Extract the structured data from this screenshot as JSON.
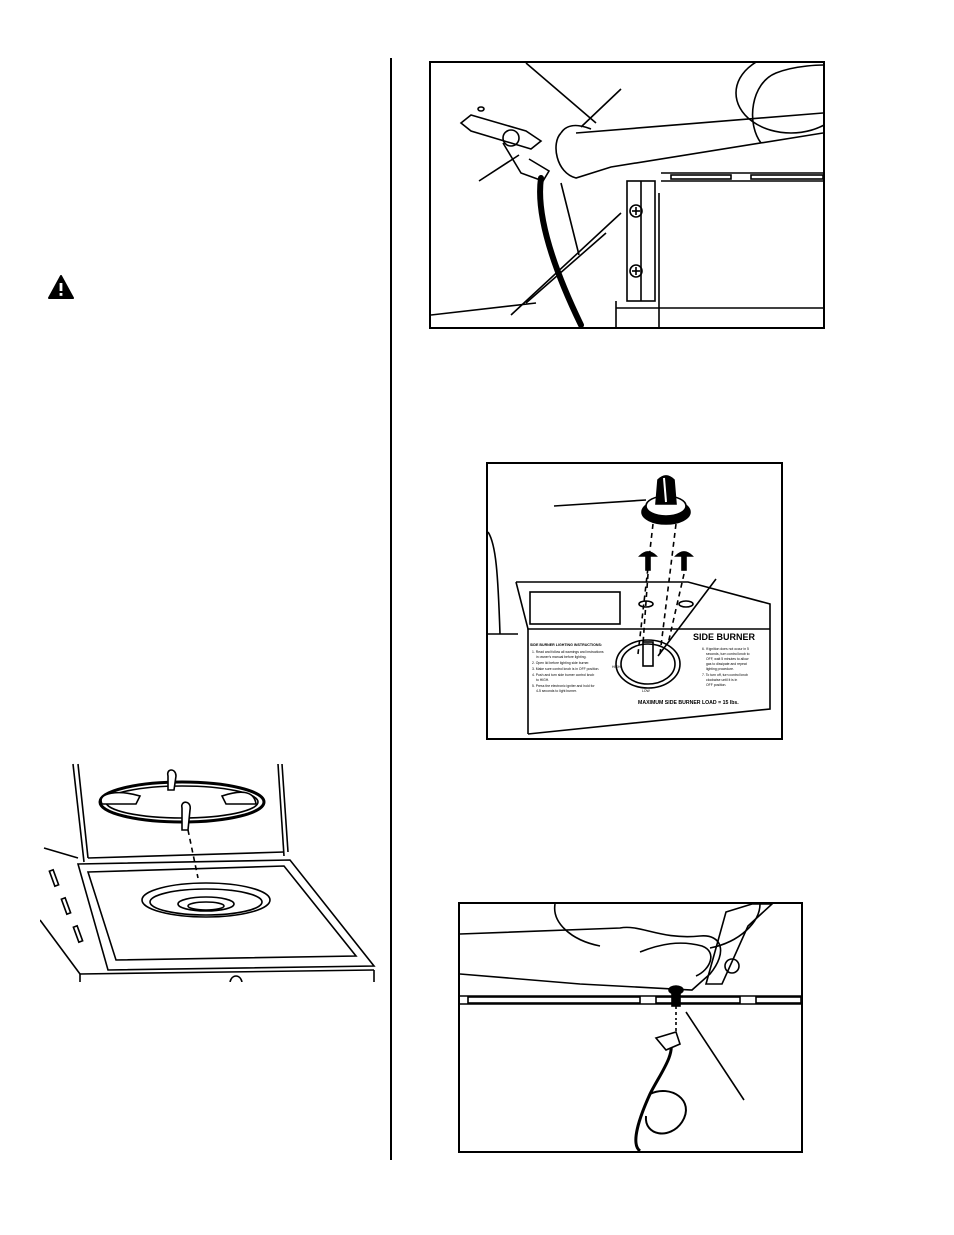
{
  "colors": {
    "ink": "#000000",
    "paper": "#ffffff"
  },
  "icons": {
    "warning": "warning-triangle-icon"
  },
  "panel": {
    "title": "SIDE BURNER",
    "instructions_title": "SIDE BURNER LIGHTING INSTRUCTIONS:",
    "instructions_left": [
      "1. Read and follow all warnings and instructions",
      "in owner's manual before lighting.",
      "2. Open lid before lighting side burner.",
      "3. Make sure control knob is in OFF position.",
      "4. Push and turn side burner control knob",
      "to HIGH.",
      "5. Press the electronic igniter and hold for",
      "4-5 seconds to light burner."
    ],
    "instructions_right": [
      "6. If ignition does not occur in 5",
      "seconds, turn control knob to",
      "OFF, wait 5 minutes to allow",
      "gas to dissipate and repeat",
      "lighting procedure.",
      "7. To turn off, turn control knob",
      "clockwise until it is in",
      "OFF position."
    ],
    "knob_labels": {
      "high": "HIGH",
      "low": "LOW"
    },
    "max_load": "MAXIMUM SIDE BURNER LOAD = 15 lbs."
  }
}
